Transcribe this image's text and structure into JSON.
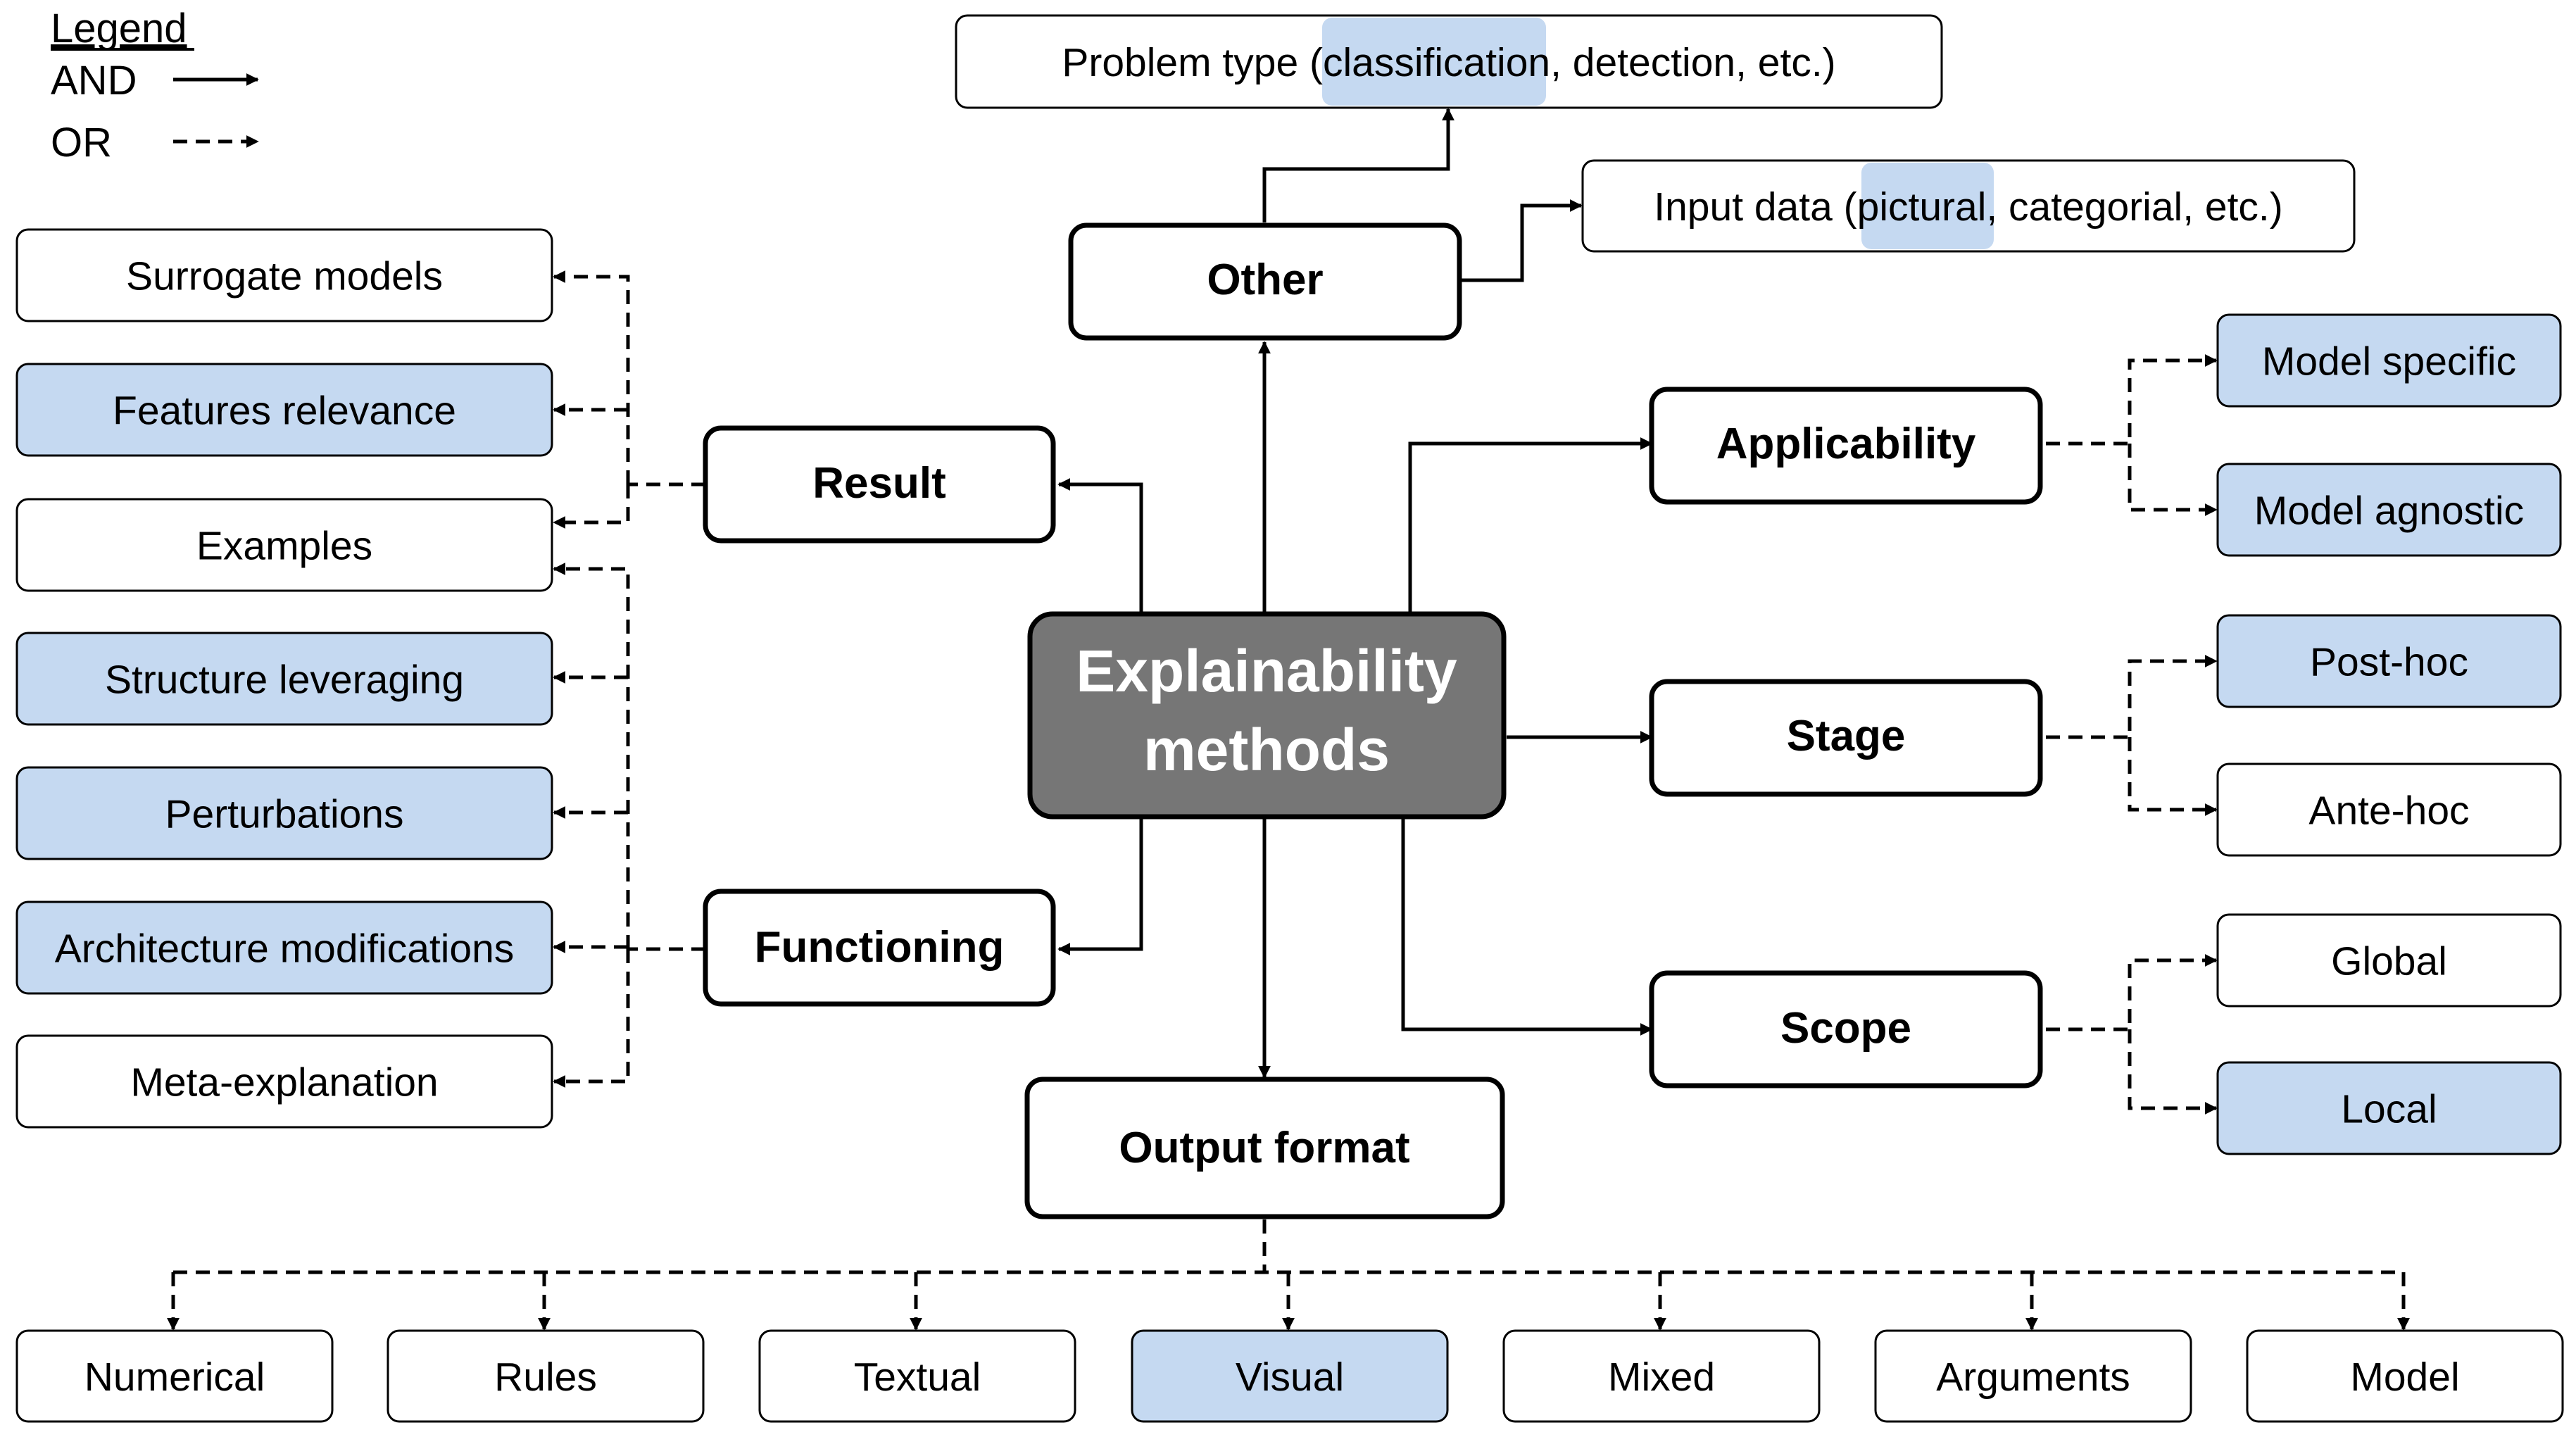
{
  "legend": {
    "title": "Legend",
    "and_label": "AND",
    "or_label": "OR"
  },
  "center": {
    "line1": "Explainability",
    "line2": "methods"
  },
  "categories": {
    "other": "Other",
    "result": "Result",
    "functioning": "Functioning",
    "output_format": "Output format",
    "applicability": "Applicability",
    "stage": "Stage",
    "scope": "Scope"
  },
  "other_details": {
    "problem_type": {
      "pre": "Problem type (",
      "highlight": "classification",
      "post": ", detection, etc.)"
    },
    "input_data": {
      "pre": "Input data (",
      "highlight": "pictural",
      "post": ", categorial, etc.)"
    }
  },
  "left_items": [
    {
      "label": "Surrogate models",
      "highlighted": false
    },
    {
      "label": "Features relevance",
      "highlighted": true
    },
    {
      "label": "Examples",
      "highlighted": false
    },
    {
      "label": "Structure leveraging",
      "highlighted": true
    },
    {
      "label": "Perturbations",
      "highlighted": true
    },
    {
      "label": "Architecture modifications",
      "highlighted": true
    },
    {
      "label": "Meta-explanation",
      "highlighted": false
    }
  ],
  "right_items": {
    "applicability": [
      {
        "label": "Model specific",
        "highlighted": true
      },
      {
        "label": "Model agnostic",
        "highlighted": true
      }
    ],
    "stage": [
      {
        "label": "Post-hoc",
        "highlighted": true
      },
      {
        "label": "Ante-hoc",
        "highlighted": false
      }
    ],
    "scope": [
      {
        "label": "Global",
        "highlighted": false
      },
      {
        "label": "Local",
        "highlighted": true
      }
    ]
  },
  "output_items": [
    {
      "label": "Numerical",
      "highlighted": false
    },
    {
      "label": "Rules",
      "highlighted": false
    },
    {
      "label": "Textual",
      "highlighted": false
    },
    {
      "label": "Visual",
      "highlighted": true
    },
    {
      "label": "Mixed",
      "highlighted": false
    },
    {
      "label": "Arguments",
      "highlighted": false
    },
    {
      "label": "Model",
      "highlighted": false
    }
  ],
  "colors": {
    "highlight_fill": "#c5d9f1",
    "center_fill": "#767676",
    "stroke": "#000000",
    "text": "#000000",
    "center_text": "#ffffff"
  }
}
